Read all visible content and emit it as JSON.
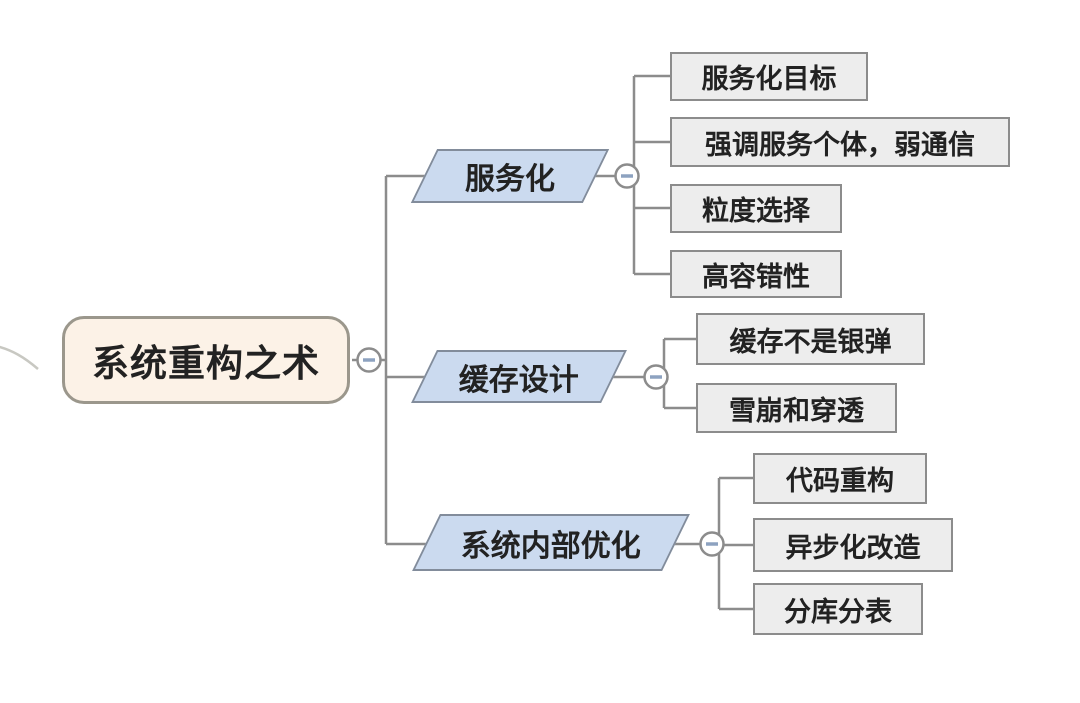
{
  "diagram": {
    "type": "mindmap",
    "root": {
      "label": "系统重构之术"
    },
    "branches": [
      {
        "label": "服务化",
        "children": [
          {
            "label": "服务化目标"
          },
          {
            "label": "强调服务个体，弱通信"
          },
          {
            "label": "粒度选择"
          },
          {
            "label": "高容错性"
          }
        ]
      },
      {
        "label": "缓存设计",
        "children": [
          {
            "label": "缓存不是银弹"
          },
          {
            "label": "雪崩和穿透"
          }
        ]
      },
      {
        "label": "系统内部优化",
        "children": [
          {
            "label": "代码重构"
          },
          {
            "label": "异步化改造"
          },
          {
            "label": "分库分表"
          }
        ]
      }
    ],
    "collapse_icon": "minus-circle",
    "colors": {
      "root_fill": "#fcf2e7",
      "root_border": "#9b978c",
      "branch_fill": "#cbdaef",
      "branch_border": "#828c9b",
      "leaf_fill": "#ededed",
      "leaf_border": "#8c8c8c",
      "connector": "#8c8c8c",
      "minus_sign": "#8da2c0",
      "text": "#222222"
    }
  }
}
